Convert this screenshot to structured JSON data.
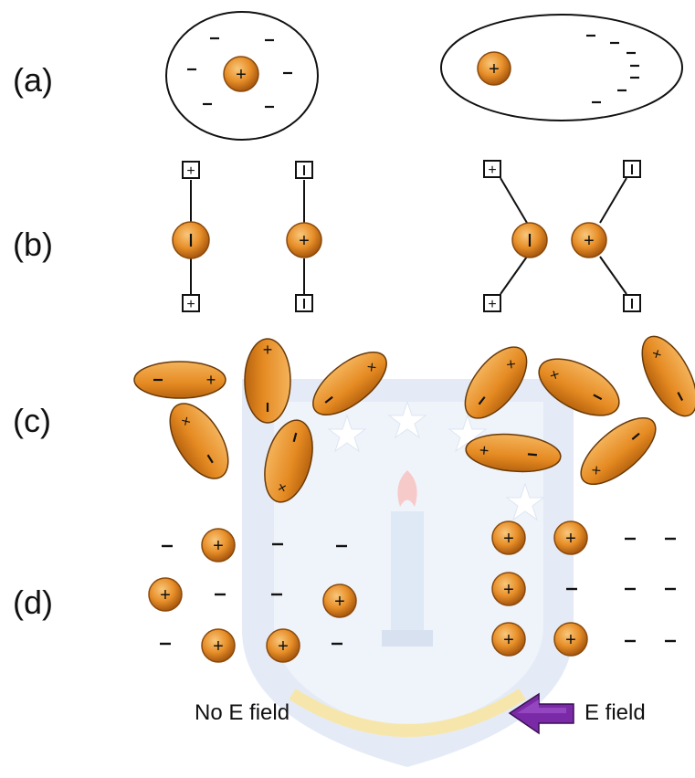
{
  "rows": {
    "a": "(a)",
    "b": "(b)",
    "c": "(c)",
    "d": "(d)"
  },
  "captions": {
    "left": "No E field",
    "right": "E field"
  },
  "colors": {
    "particle_fill": "#e8902a",
    "particle_dark": "#a8570e",
    "particle_light": "#f6c37a",
    "arrow": "#7a2aa6",
    "watermark": "#b7c9e4",
    "watermark_gold": "#f1d26a",
    "line": "#111111"
  },
  "signs": {
    "plus": "+",
    "minus": "−",
    "cross": "×"
  }
}
